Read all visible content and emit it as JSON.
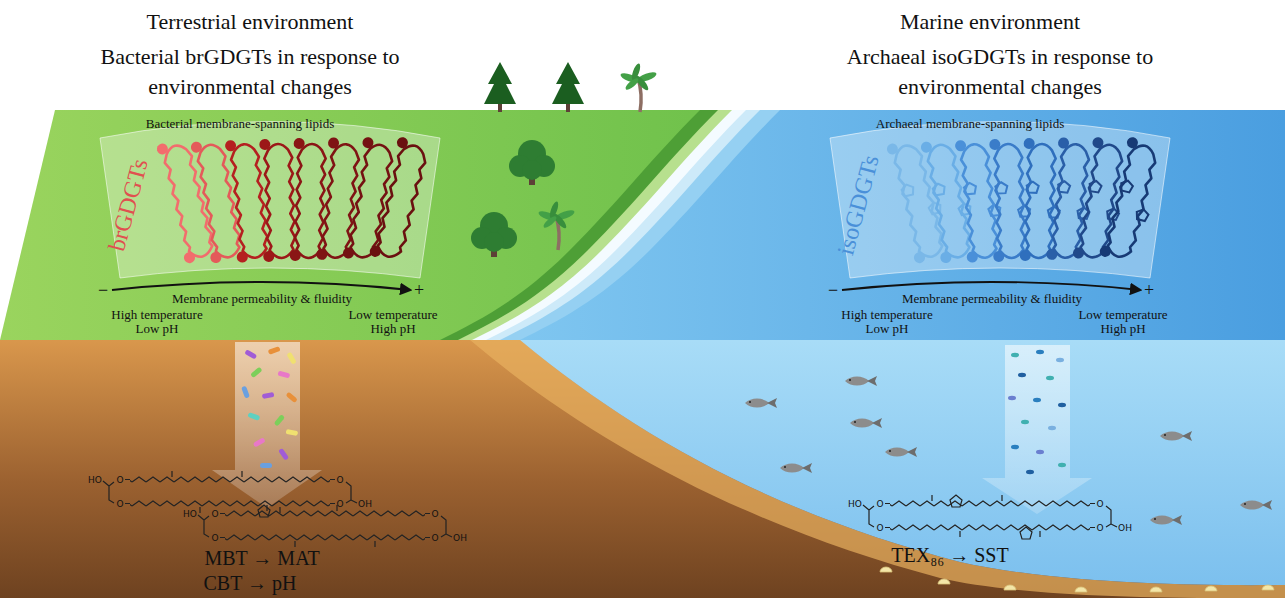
{
  "diagram": {
    "nodes": [
      {
        "text": [
          "Bacterial membrane-spanning lipids",
          "brGDGTs"
        ]
      },
      {
        "text": [
          "Archaeal membrane-spanning lipids",
          "isoGDGTs"
        ]
      }
    ],
    "labels": [
      "Terrestrial environment",
      "Bacterial brGDGTs in response to environmental changes",
      "Marine environment",
      "Archaeal isoGDGTs in response to environmental changes",
      "−",
      "Membrane permeability & fluidity",
      "+",
      "High temperature Low pH",
      "Low temperature High pH",
      "−",
      "Membrane permeability & fluidity",
      "+",
      "High temperature Low pH",
      "Low temperature High pH",
      "MBT → MAT",
      "CBT → pH",
      "TEX₈₆ → SST",
      "HO",
      "O",
      "O",
      "O",
      "O",
      "OH",
      "HO",
      "O",
      "O",
      "O",
      "O",
      "OH",
      "HO",
      "O",
      "O",
      "O",
      "O",
      "OH"
    ]
  }
}
